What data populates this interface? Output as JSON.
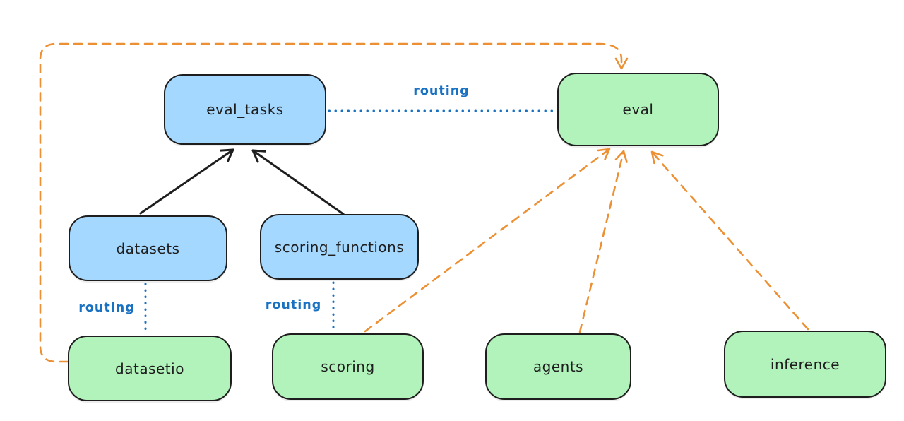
{
  "nodes": {
    "eval_tasks": {
      "label": "eval_tasks"
    },
    "eval": {
      "label": "eval"
    },
    "datasets": {
      "label": "datasets"
    },
    "scoring_functions": {
      "label": "scoring_functions"
    },
    "datasetio": {
      "label": "datasetio"
    },
    "scoring": {
      "label": "scoring"
    },
    "agents": {
      "label": "agents"
    },
    "inference": {
      "label": "inference"
    }
  },
  "edge_labels": {
    "eval_tasks_eval": "routing",
    "datasets_datasetio": "routing",
    "scoring_functions_scoring": "routing"
  },
  "colors": {
    "background": "#ffffff",
    "node_blue_fill": "#a5d8ff",
    "node_green_fill": "#b2f2bb",
    "stroke_black": "#1e1e1e",
    "routing_blue": "#1971c2",
    "arrow_orange": "#ec9033"
  }
}
